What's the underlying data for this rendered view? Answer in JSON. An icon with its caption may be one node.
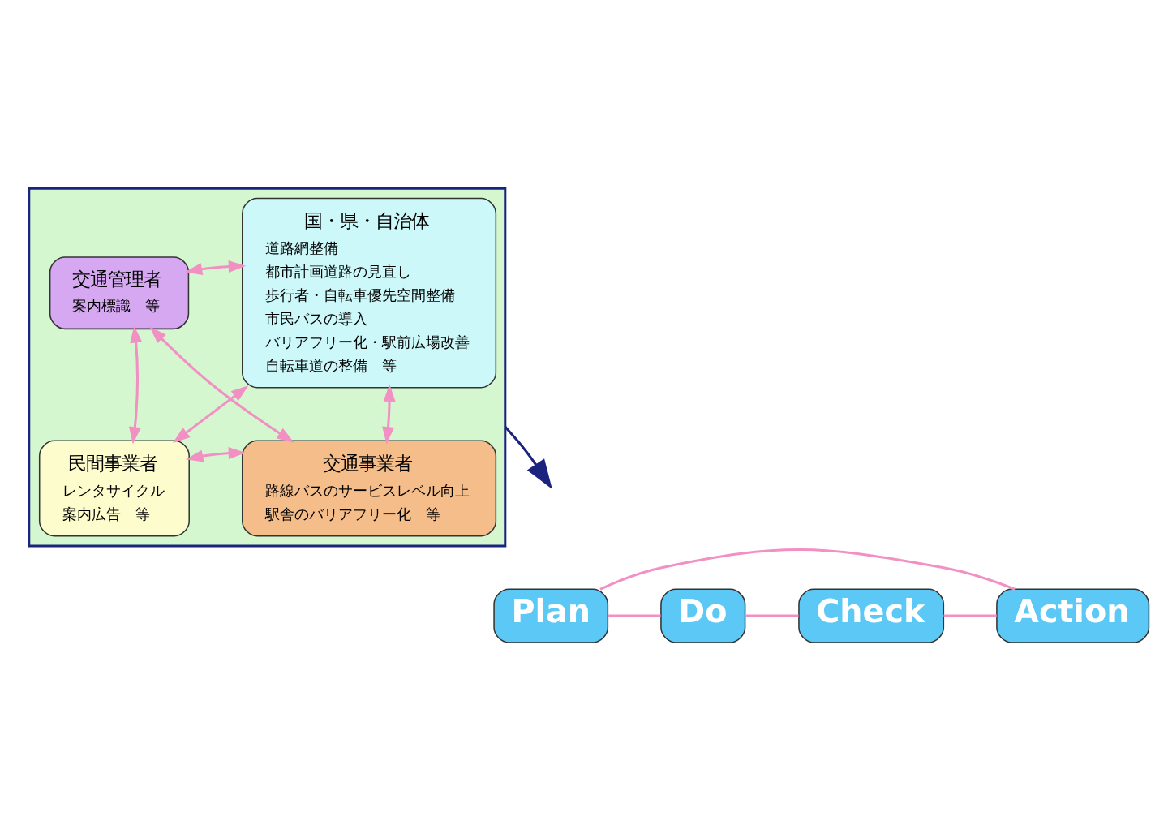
{
  "diagram": {
    "nodes": [
      {
        "text": [],
        "shape": "box"
      },
      {
        "text": [
          "国・県・自治体",
          "道路網整備",
          "都市計画道路の見直し",
          "歩行者・自転車優先空間整備",
          "市民バスの導入",
          "バリアフリー化・駅前広場改善",
          "自転車道の整備　等"
        ],
        "in": 0
      },
      {
        "text": [
          "交通管理者",
          "案内標識　等"
        ],
        "in": 0
      },
      {
        "text": [
          "交通事業者",
          "路線バスのサービスレベル向上",
          "駅舎のバリアフリー化　等"
        ],
        "in": 0
      },
      {
        "text": [
          "民間事業者",
          "レンタサイクル",
          "案内広告　等"
        ],
        "in": 0
      },
      {
        "text": [
          "Plan"
        ]
      },
      {
        "text": [
          "Do"
        ]
      },
      {
        "text": [
          "Check"
        ]
      },
      {
        "text": [
          "Action"
        ]
      }
    ],
    "edges": [
      {
        "from": 1,
        "to": 2,
        "arrow": "both"
      },
      {
        "from": 1,
        "to": 3,
        "arrow": "both"
      },
      {
        "from": 1,
        "to": 4,
        "arrow": "both"
      },
      {
        "from": 2,
        "to": 3,
        "arrow": "both"
      },
      {
        "from": 2,
        "to": 4,
        "arrow": "both"
      },
      {
        "from": 3,
        "to": 4,
        "arrow": "both"
      },
      {
        "from": 0,
        "to": null,
        "arrow": "to",
        "color": "#1a237e"
      },
      {
        "from": 5,
        "to": 6,
        "arrow": "none"
      },
      {
        "from": 6,
        "to": 7,
        "arrow": "none"
      },
      {
        "from": 7,
        "to": 8,
        "arrow": "none"
      },
      {
        "from": 8,
        "to": 5,
        "arrow": "none"
      }
    ]
  }
}
